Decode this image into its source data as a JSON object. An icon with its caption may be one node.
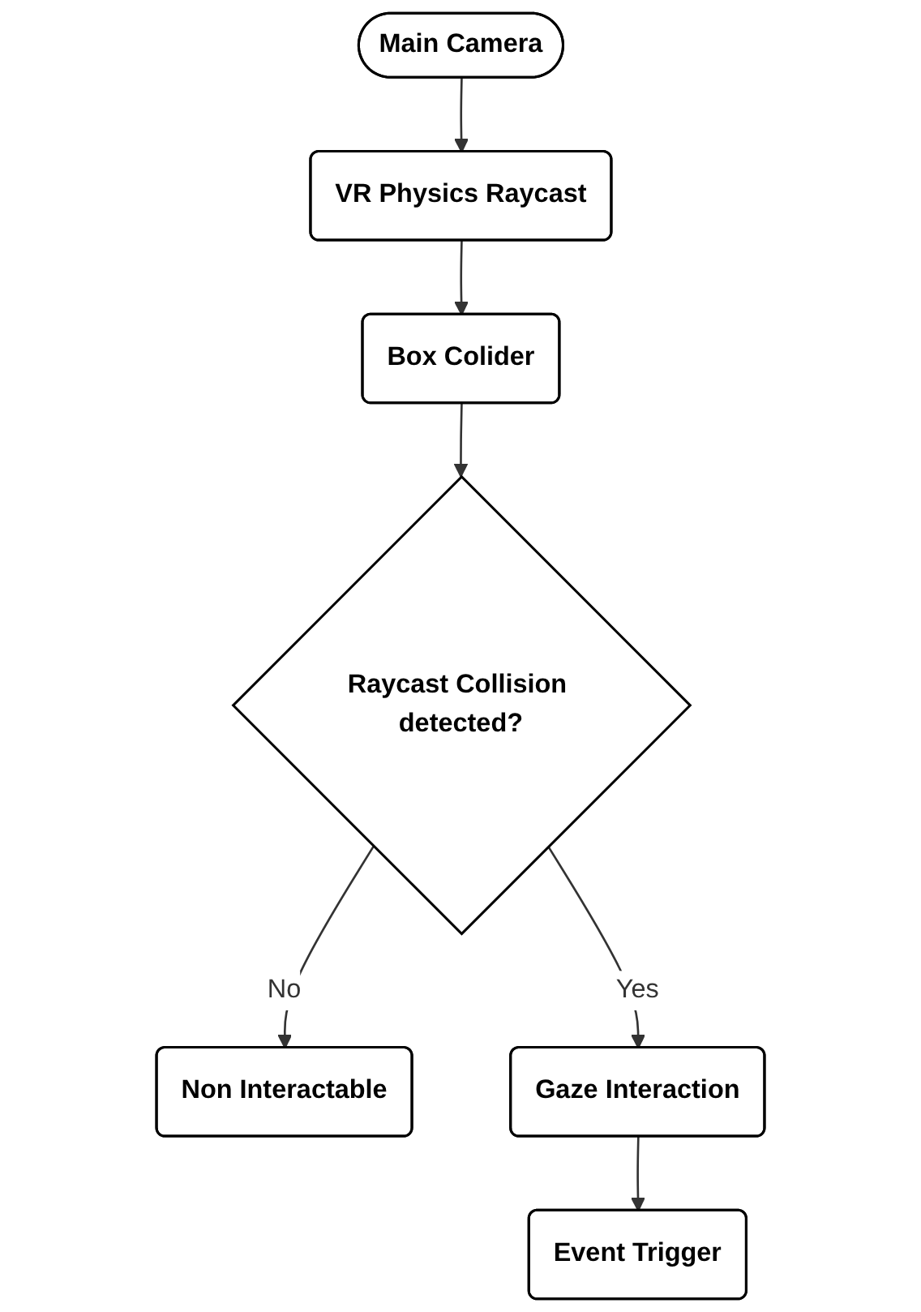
{
  "diagram": {
    "nodes": [
      {
        "text": [
          "Main Camera"
        ]
      },
      {
        "text": [
          "VR Physics Raycast"
        ]
      },
      {
        "text": [
          "Box Colider"
        ]
      },
      {
        "text": [
          "Raycast Collision detected?"
        ]
      },
      {
        "text": [
          "Non Interactable"
        ]
      },
      {
        "text": [
          "Gaze Interaction"
        ]
      },
      {
        "text": [
          "Event Trigger"
        ]
      }
    ],
    "edges": [
      {
        "from": 0,
        "to": 1,
        "arrow": "to"
      },
      {
        "from": 1,
        "to": 2,
        "arrow": "to"
      },
      {
        "from": 2,
        "to": 3,
        "arrow": "to"
      },
      {
        "from": 3,
        "to": 4,
        "label": "No",
        "arrow": "to"
      },
      {
        "from": 3,
        "to": 5,
        "label": "Yes",
        "arrow": "to"
      },
      {
        "from": 5,
        "to": 6,
        "arrow": "to"
      }
    ]
  }
}
